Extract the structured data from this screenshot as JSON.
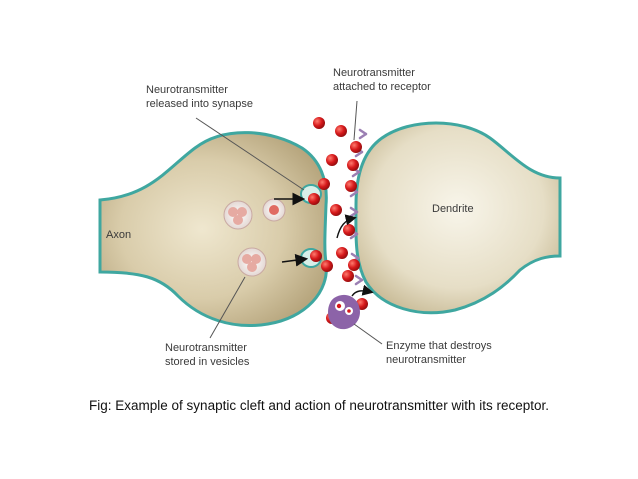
{
  "diagram": {
    "labels": {
      "released": [
        "Neurotransmitter",
        "released into synapse"
      ],
      "attached": [
        "Neurotransmitter",
        "attached to receptor"
      ],
      "axon": "Axon",
      "dendrite": "Dendrite",
      "stored": [
        "Neurotransmitter",
        "stored in vesicles"
      ],
      "enzyme": [
        "Enzyme that destroys",
        "neurotransmitter"
      ]
    },
    "colors": {
      "neurotransmitter": "#d6191b",
      "membrane": "#3fa7a0",
      "enzyme": "#8c63a8",
      "receptor": "#9b7fb3"
    }
  },
  "caption": "Fig: Example of synaptic cleft and action of neurotransmitter with its receptor."
}
